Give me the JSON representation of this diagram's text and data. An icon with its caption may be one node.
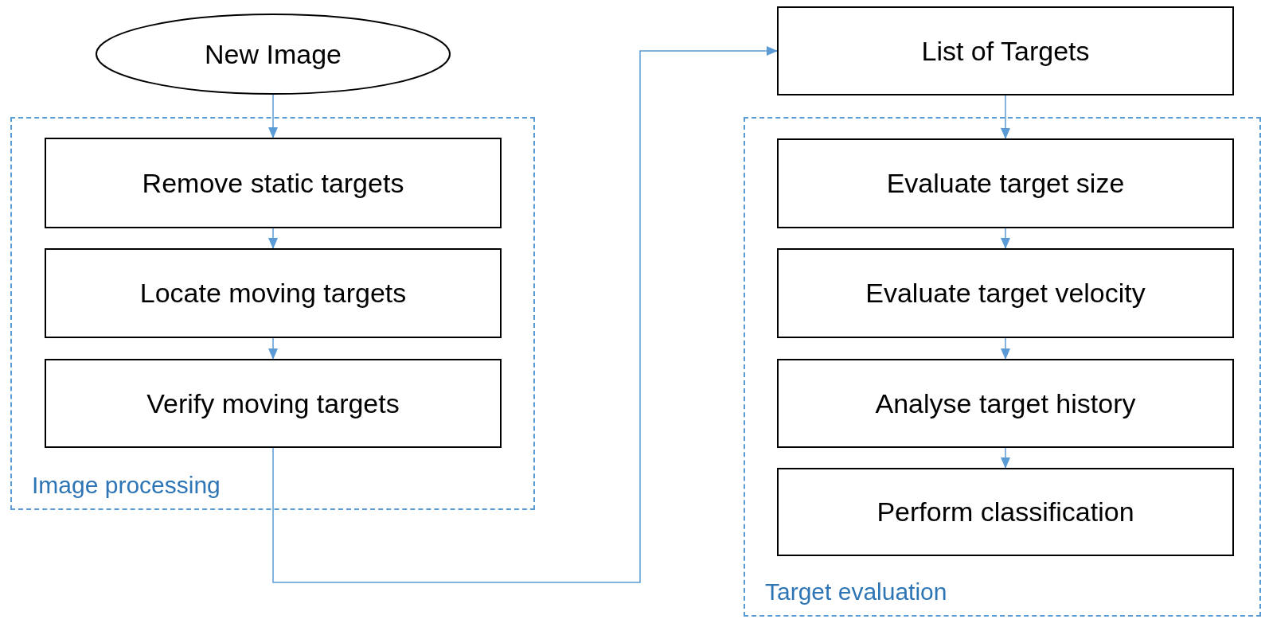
{
  "diagram": {
    "nodes": [
      {
        "text": [
          "New Image"
        ]
      },
      {
        "text": [
          "Image processing"
        ]
      },
      {
        "text": [
          "Remove static targets"
        ],
        "in": 1
      },
      {
        "text": [
          "Locate moving targets"
        ],
        "in": 1
      },
      {
        "text": [
          "Verify moving targets"
        ],
        "in": 1
      },
      {
        "text": [
          "List of Targets"
        ]
      },
      {
        "text": [
          "Target evaluation"
        ]
      },
      {
        "text": [
          "Evaluate target size"
        ],
        "in": 6
      },
      {
        "text": [
          "Evaluate target velocity"
        ],
        "in": 6
      },
      {
        "text": [
          "Analyse target history"
        ],
        "in": 6
      },
      {
        "text": [
          "Perform classification"
        ],
        "in": 6
      }
    ],
    "edges": [
      {
        "from": 0,
        "to": 2,
        "arrow": "to"
      },
      {
        "from": 2,
        "to": 3,
        "arrow": "to"
      },
      {
        "from": 3,
        "to": 4,
        "arrow": "to"
      },
      {
        "from": 4,
        "to": 5,
        "arrow": "to"
      },
      {
        "from": 5,
        "to": 7,
        "arrow": "to"
      },
      {
        "from": 7,
        "to": 8,
        "arrow": "to"
      },
      {
        "from": 8,
        "to": 9,
        "arrow": "to"
      },
      {
        "from": 9,
        "to": 10,
        "arrow": "to"
      }
    ]
  }
}
